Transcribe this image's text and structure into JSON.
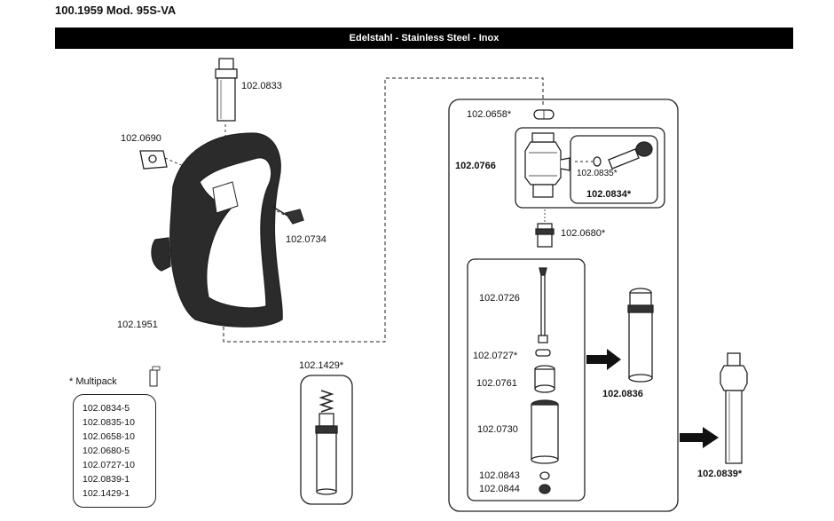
{
  "header": {
    "model_title": "100.1959 Mod. 95S-VA",
    "material_banner": "Edelstahl - Stainless Steel - Inox"
  },
  "parts": {
    "p0833": "102.0833",
    "p0690": "102.0690",
    "p0734": "102.0734",
    "p1951": "102.1951",
    "p0658": "102.0658*",
    "p0766": "102.0766",
    "p0835": "102.0835*",
    "p0834": "102.0834*",
    "p0680": "102.0680*",
    "p0726": "102.0726",
    "p0727": "102.0727*",
    "p0761": "102.0761",
    "p0730": "102.0730",
    "p0843": "102.0843",
    "p0844": "102.0844",
    "p0836": "102.0836",
    "p0839": "102.0839*",
    "p1429": "102.1429*"
  },
  "multipack": {
    "title": "* Multipack",
    "items": [
      "102.0834-5",
      "102.0835-10",
      "102.0658-10",
      "102.0680-5",
      "102.0727-10",
      "102.0839-1",
      "102.1429-1"
    ]
  }
}
